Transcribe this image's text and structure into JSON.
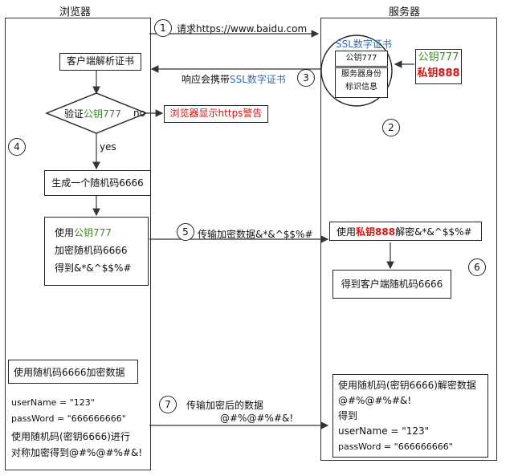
{
  "columns": {
    "browser": "浏览器",
    "server": "服务器"
  },
  "steps": {
    "s1": {
      "num": "1",
      "text": "请求https://www.baidu.com"
    },
    "s2": {
      "num": "2"
    },
    "s3": {
      "num": "3",
      "text_a": "响应会携带",
      "text_b": "SSL数字证书"
    },
    "s4": {
      "num": "4"
    },
    "s5": {
      "num": "5",
      "text": "传输加密数据&*&^$$%#"
    },
    "s6": {
      "num": "6"
    },
    "s7": {
      "num": "7",
      "text_a": "传输加密后的数据",
      "text_b": "@#%@#%#&!"
    }
  },
  "server": {
    "cert_title": "SSL数字证书",
    "cert_field1": "公钥777",
    "cert_field2a": "服务器身份",
    "cert_field2b": "标识信息",
    "pubkey": "公钥777",
    "privkey": "私钥888",
    "decrypt_a": "使用",
    "decrypt_b": "私钥888",
    "decrypt_c": "解密&*&^$$%#",
    "got_random": "得到客户端随机码6666",
    "final_l1": "使用随机码(密钥6666)解密数据",
    "final_l2": "@#%@#%#&!",
    "final_l3": "得到",
    "final_l4": "userName = \"123\"",
    "final_l5": "passWord = \"666666666\""
  },
  "browser": {
    "parse_cert": "客户端解析证书",
    "verify_a": "验证",
    "verify_b": "公钥777",
    "no_label": "no",
    "warn": "浏览器显示https警告",
    "yes_label": "yes",
    "gen_random": "生成一个随机码6666",
    "enc_l1a": "使用",
    "enc_l1b": "公钥777",
    "enc_l2": "加密随机码6666",
    "enc_l3": "得到&*&^$$%#",
    "enc_data_box": "使用随机码6666加密数据",
    "user_line": "userName = \"123\"",
    "pass_line": "passWord = \"666666666\"",
    "sym_l1": "使用随机码(密钥6666)进行",
    "sym_l2": "对称加密得到@#%@#%#&!"
  }
}
